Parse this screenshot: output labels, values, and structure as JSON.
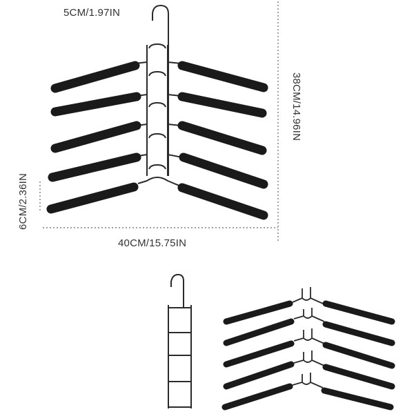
{
  "dimensions": {
    "hook": "5CM/1.97IN",
    "height": "38CM/14.96IN",
    "spacing": "6CM/2.36IN",
    "width": "40CM/15.75IN"
  },
  "colors": {
    "foam": "#1a1a1a",
    "wire": "#2a2a2a",
    "guide": "#555555",
    "background": "#ffffff"
  }
}
